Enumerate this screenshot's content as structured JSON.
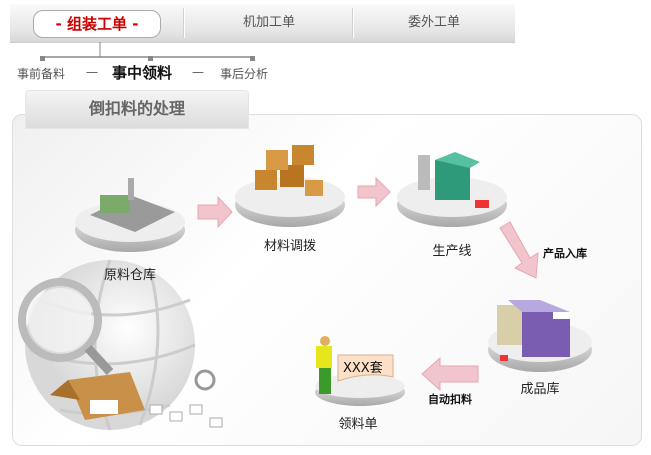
{
  "tabs": [
    {
      "label": "-  组装工单  -",
      "active": true
    },
    {
      "label": "机加工单"
    },
    {
      "label": "委外工单"
    }
  ],
  "subnav": {
    "items": [
      "事前备料",
      "事中领料",
      "事后分析"
    ],
    "sep": "—"
  },
  "heading": "倒扣料的处理",
  "flow": {
    "nodes": [
      "原料仓库",
      "材料调拨",
      "生产线",
      "成品库",
      "领料单"
    ],
    "edge_labels": {
      "product_in": "产品入库",
      "auto_deduct": "自动扣料"
    },
    "sheet_text": "XXX套"
  },
  "colors": {
    "accent": "#cc0000",
    "arrow": "#f2c4cc"
  }
}
